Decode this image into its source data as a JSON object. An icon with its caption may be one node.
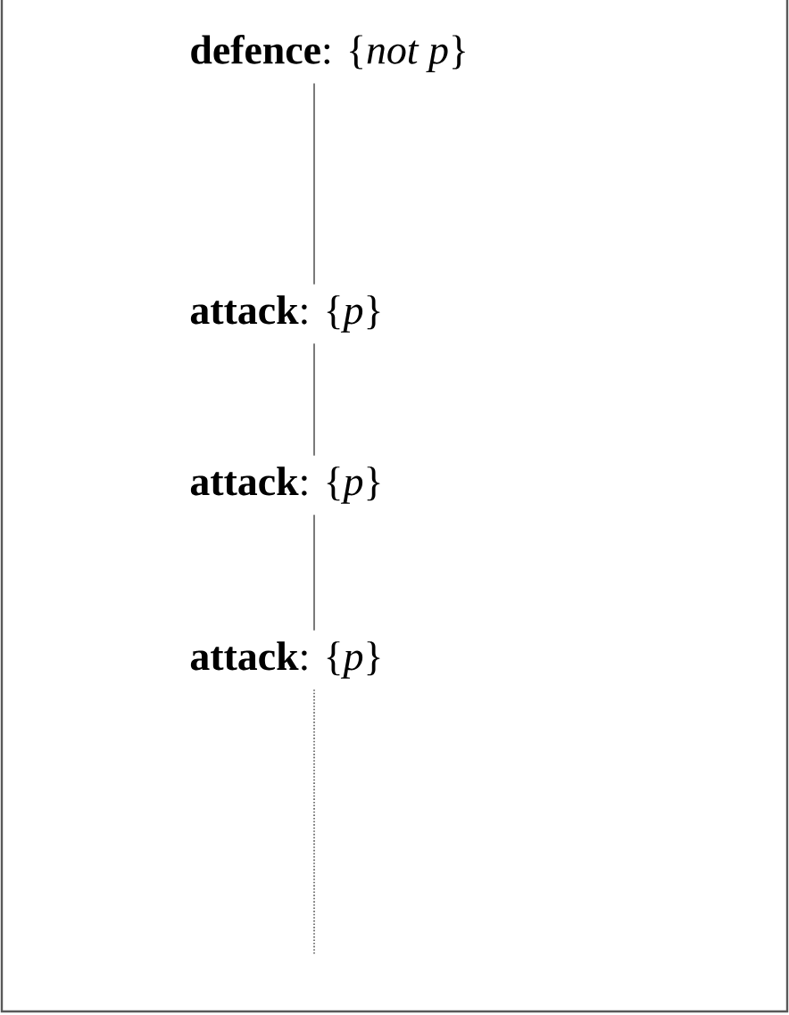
{
  "diagram": {
    "nodes": [
      {
        "text": [
          "**defence**: {*not p*}"
        ]
      },
      {
        "text": [
          "**attack**: {*p*}"
        ]
      },
      {
        "text": [
          "**attack**: {*p*}"
        ]
      },
      {
        "text": [
          "**attack**: {*p*}"
        ]
      }
    ],
    "edges": [
      {
        "from": 0,
        "to": 1,
        "arrow": "none"
      },
      {
        "from": 1,
        "to": 2,
        "arrow": "none"
      },
      {
        "from": 2,
        "to": 3,
        "arrow": "none"
      },
      {
        "from": 3,
        "to": null,
        "arrow": "none",
        "style": "dashed"
      }
    ]
  }
}
